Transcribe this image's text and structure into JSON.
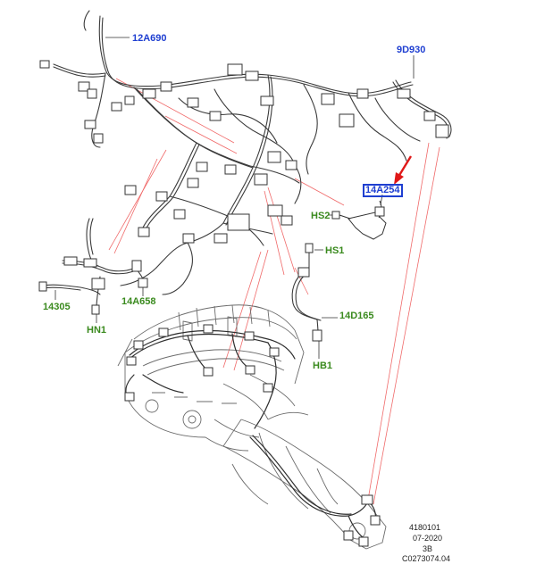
{
  "labels": {
    "l_12A690": "12A690",
    "l_9D930": "9D930",
    "l_14A254": "14A254",
    "l_HS2": "HS2",
    "l_HS1": "HS1",
    "l_14305": "14305",
    "l_14A658": "14A658",
    "l_HN1": "HN1",
    "l_14D165": "14D165",
    "l_HB1": "HB1"
  },
  "footer": {
    "line1": "4180101",
    "line2": "07-2020",
    "line3": "3B",
    "line4": "C0273074.04"
  },
  "colors": {
    "part_label": "#1f3fd1",
    "connector_label": "#3a8a1e",
    "leader_line": "#f06a6a",
    "highlight_arrow": "#e01818",
    "linework": "#3b3b3b"
  }
}
